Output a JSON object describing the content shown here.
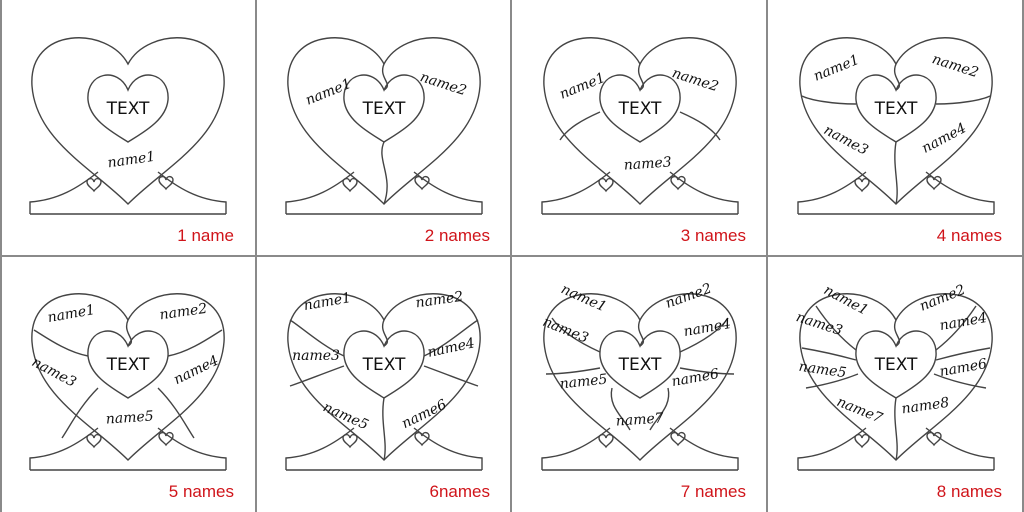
{
  "center_text": "TEXT",
  "panels": [
    {
      "caption": "1 name",
      "names": [
        "name1"
      ]
    },
    {
      "caption": "2 names",
      "names": [
        "name1",
        "name2"
      ]
    },
    {
      "caption": "3 names",
      "names": [
        "name1",
        "name2",
        "name3"
      ]
    },
    {
      "caption": "4 names",
      "names": [
        "name1",
        "name2",
        "name3",
        "name4"
      ]
    },
    {
      "caption": "5 names",
      "names": [
        "name1",
        "name2",
        "name3",
        "name4",
        "name5"
      ]
    },
    {
      "caption": "6names",
      "names": [
        "name1",
        "name2",
        "name3",
        "name4",
        "name5",
        "name6"
      ]
    },
    {
      "caption": "7 names",
      "names": [
        "name1",
        "name2",
        "name3",
        "name4",
        "name5",
        "name6",
        "name7"
      ]
    },
    {
      "caption": "8 names",
      "names": [
        "name1",
        "name2",
        "name3",
        "name4",
        "name5",
        "name6",
        "name7",
        "name8"
      ]
    }
  ],
  "colors": {
    "caption": "#d0141a",
    "lines": "#444444",
    "dividers": "#8a8a8a"
  }
}
